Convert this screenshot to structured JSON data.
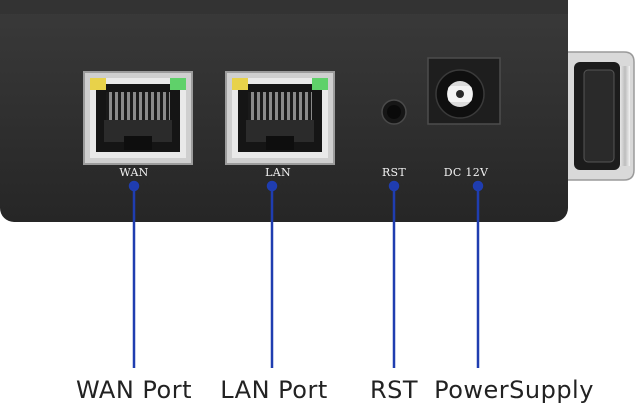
{
  "device": {
    "port_labels": {
      "wan": "WAN",
      "lan": "LAN",
      "rst": "RST",
      "dc": "DC 12V"
    },
    "callouts": {
      "wan": "WAN Port",
      "lan": "LAN Port",
      "rst": "RST",
      "power": "PowerSupply"
    },
    "colors": {
      "body": "#2e2e2e",
      "leader_line": "#1f3db0",
      "led_yellow": "#e8d24a",
      "led_green": "#5fd16a"
    }
  }
}
